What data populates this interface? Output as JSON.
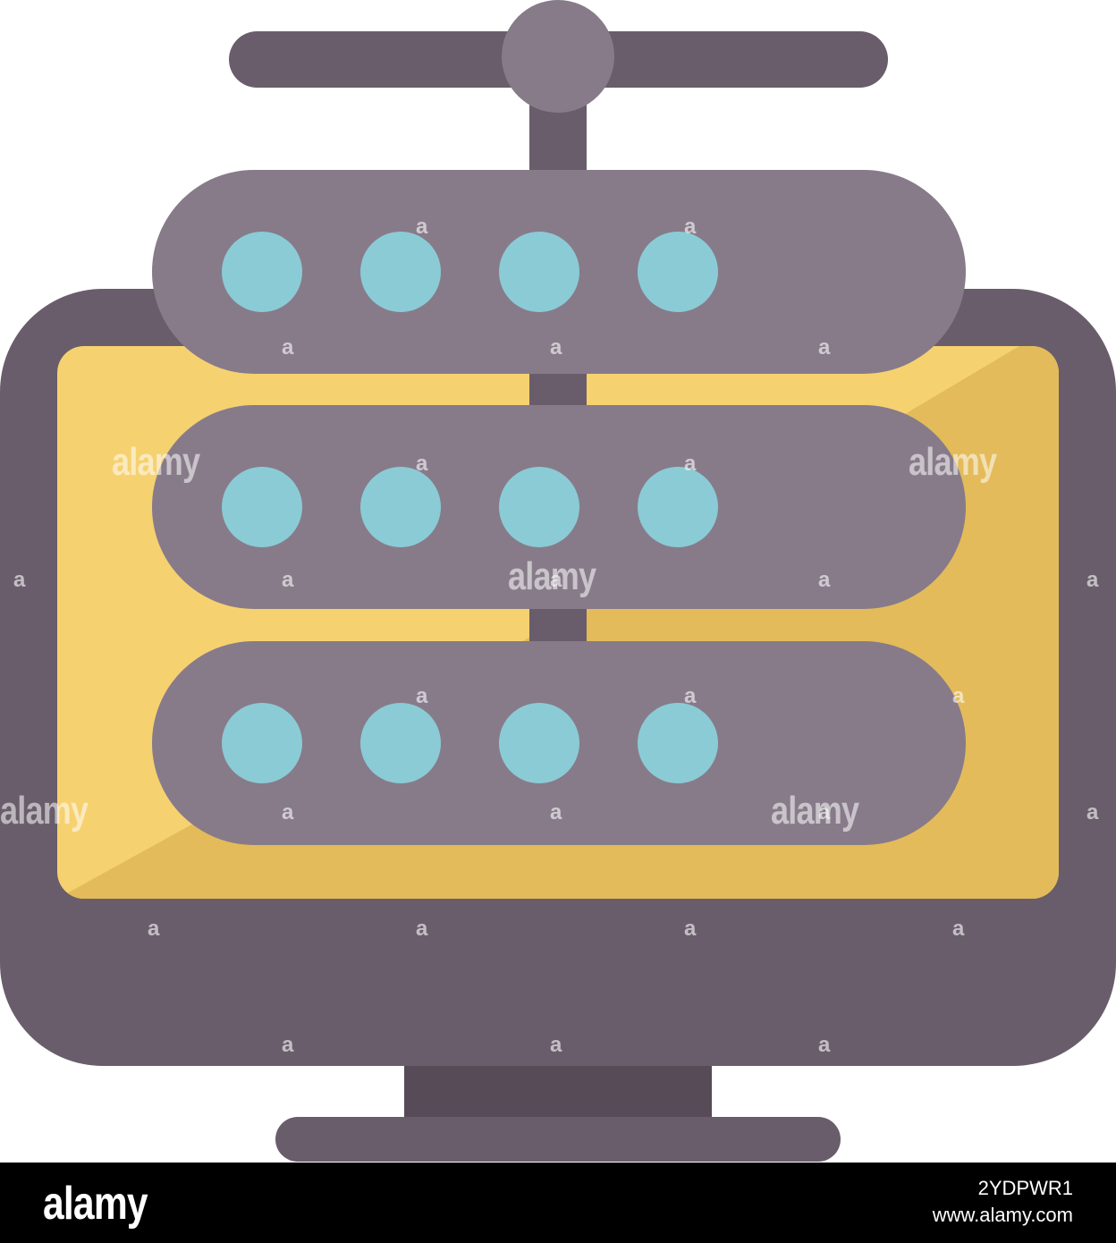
{
  "colors": {
    "monitor_frame": "#695D6B",
    "monitor_stand": "#574B58",
    "screen_yellow_light": "#F6D170",
    "screen_yellow_dark": "#E3BB5A",
    "server_unit": "#877B8A",
    "server_light": "#8BCBD5",
    "connector": "#695D6B",
    "background": "#FFFFFF",
    "footer_background": "#000000"
  },
  "icons": {
    "main": "monitor-server-network-icon"
  },
  "servers": [
    {
      "name": "server-unit-top",
      "lights": 4
    },
    {
      "name": "server-unit-middle",
      "lights": 4
    },
    {
      "name": "server-unit-bottom",
      "lights": 4
    }
  ],
  "watermark": {
    "word": "alamy",
    "mark": "a"
  },
  "footer": {
    "logo": "alamy",
    "image_id": "2YDPWR1",
    "url": "www.alamy.com"
  }
}
